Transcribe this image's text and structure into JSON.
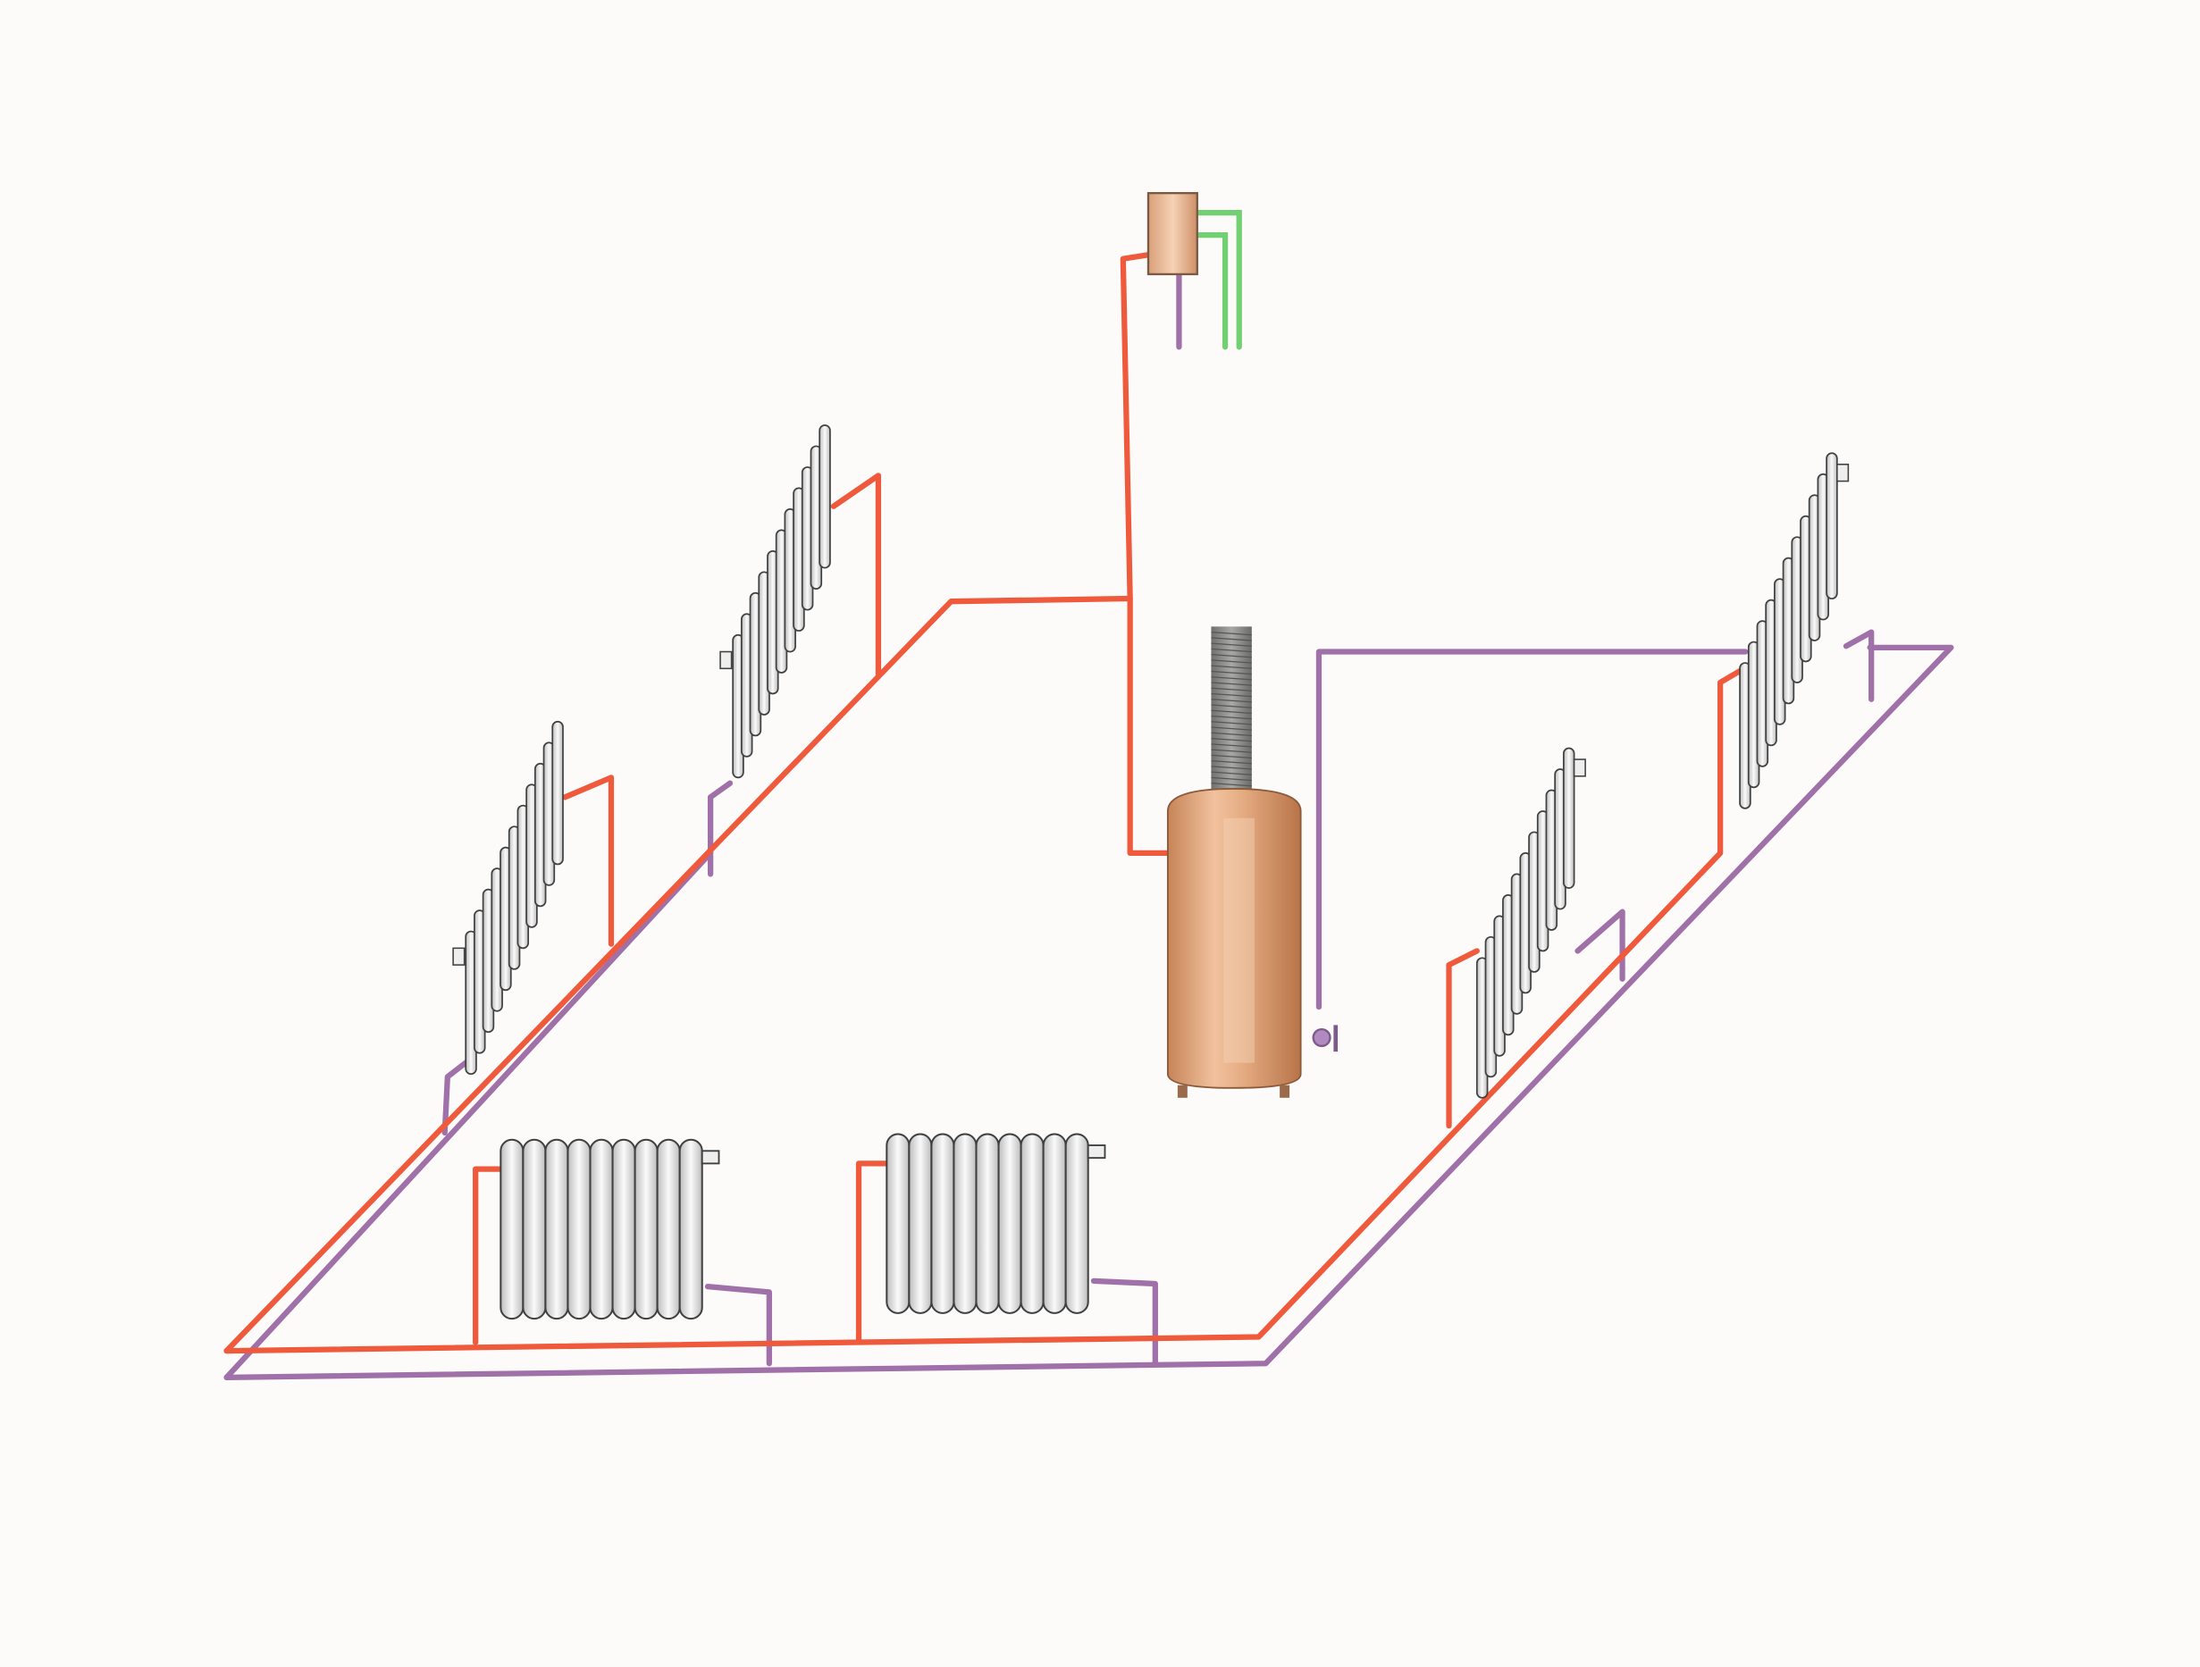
{
  "diagram": {
    "colors": {
      "background": "#fcfbf9",
      "supply_pipe": "#ef5a3c",
      "return_pipe": "#a070a8",
      "cold_water_pipe": "#72cf72",
      "radiator_fill": "#eeeeee",
      "radiator_stroke": "#404040",
      "boiler_body": "#e3ab82",
      "chimney": "#8a8a86",
      "expansion_tank": "#e9b493"
    },
    "components": [
      {
        "id": "boiler",
        "kind": "boiler",
        "icon": "boiler-icon"
      },
      {
        "id": "flue",
        "kind": "chimney-flue",
        "icon": "chimney-icon"
      },
      {
        "id": "tank",
        "kind": "expansion-tank",
        "icon": "tank-icon"
      },
      {
        "id": "valve",
        "kind": "drain-valve",
        "icon": "valve-icon"
      },
      {
        "id": "radiators",
        "kind": "radiator",
        "count": 6,
        "icon": "radiator-icon"
      }
    ]
  }
}
